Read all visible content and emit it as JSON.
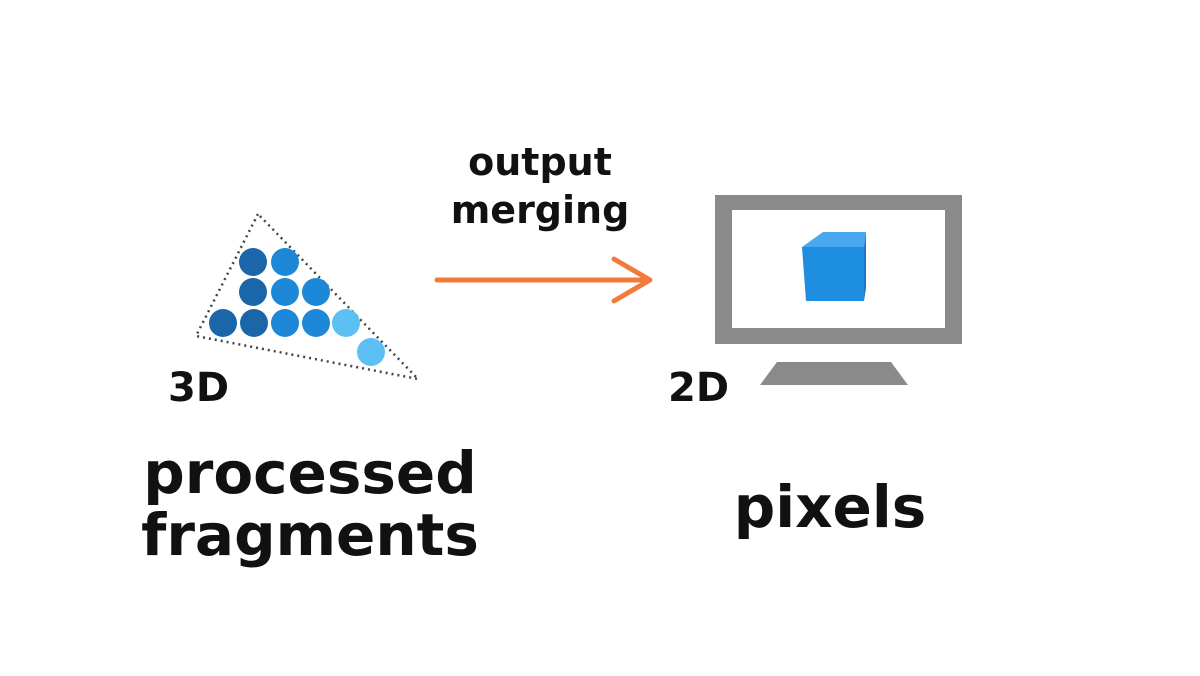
{
  "arrow": {
    "label_line1": "output",
    "label_line2": "merging",
    "color": "#f47a3c"
  },
  "left": {
    "dimension_label": "3D",
    "caption_line1": "processed",
    "caption_line2": "fragments",
    "fragment_colors": [
      "#1a66a8",
      "#1e88d8",
      "#5cc0f5"
    ]
  },
  "right": {
    "dimension_label": "2D",
    "caption": "pixels",
    "monitor_color": "#8a8a8a",
    "cube_color": "#1e8ee0"
  }
}
